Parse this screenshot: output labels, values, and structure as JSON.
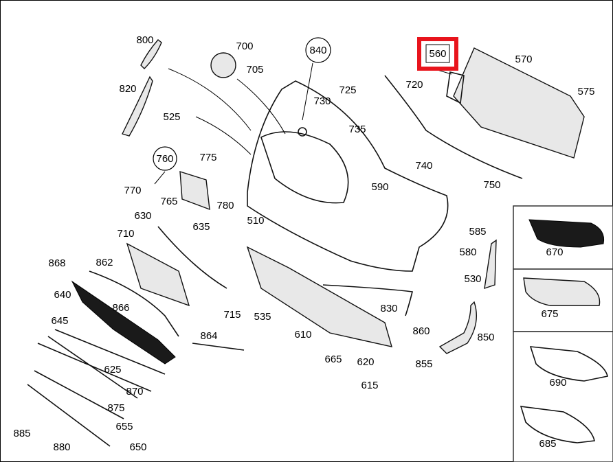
{
  "diagram": {
    "title": "Front bumper parts diagram",
    "highlighted_part": "560",
    "highlight_color": "#e8141c",
    "circled_parts": [
      "840",
      "760"
    ],
    "part_labels": [
      "800",
      "700",
      "840",
      "560",
      "570",
      "705",
      "725",
      "720",
      "575",
      "820",
      "730",
      "525",
      "735",
      "760",
      "775",
      "740",
      "770",
      "590",
      "750",
      "765",
      "780",
      "630",
      "635",
      "510",
      "585",
      "710",
      "580",
      "868",
      "862",
      "530",
      "640",
      "866",
      "830",
      "715",
      "535",
      "645",
      "610",
      "864",
      "860",
      "850",
      "665",
      "620",
      "855",
      "625",
      "615",
      "870",
      "875",
      "655",
      "885",
      "880",
      "650"
    ],
    "side_panels": [
      {
        "parts": [
          "670"
        ]
      },
      {
        "parts": [
          "675"
        ]
      },
      {
        "parts": [
          "690",
          "685"
        ]
      }
    ]
  }
}
